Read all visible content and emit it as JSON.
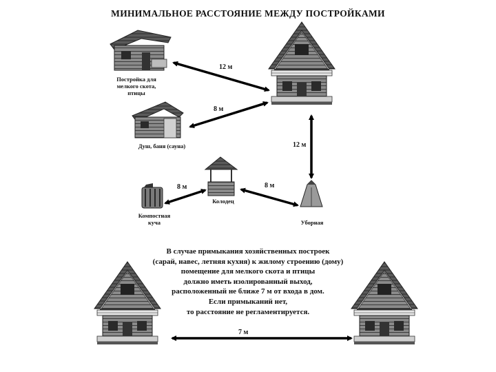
{
  "title": "МИНИМАЛЬНОЕ РАССТОЯНИЕ МЕЖДУ ПОСТРОЙКАМИ",
  "labels": {
    "livestock_shed": [
      "Постройка для",
      "мелкого скота,",
      "птицы"
    ],
    "shower_bath": "Душ, баня (сауна)",
    "compost": [
      "Компостная",
      "куча"
    ],
    "well": "Колодец",
    "toilet": "Уборная"
  },
  "distances": {
    "shed_to_house": "12 м",
    "bath_to_house": "8 м",
    "house_to_toilet": "12 м",
    "compost_to_well": "8 м",
    "well_to_toilet": "8 м",
    "house_to_house": "7 м"
  },
  "note_lines": [
    "В случае примыкания хозяйственных построек",
    "(сарай, навес, летняя кухня) к жилому строению (дому)",
    "помещение для мелкого скота и птицы",
    "должно иметь изолированный выход,",
    "расположенный не ближе 7 м от входа в дом.",
    "Если примыканий нет,",
    "то расстояние не регламентируется."
  ]
}
